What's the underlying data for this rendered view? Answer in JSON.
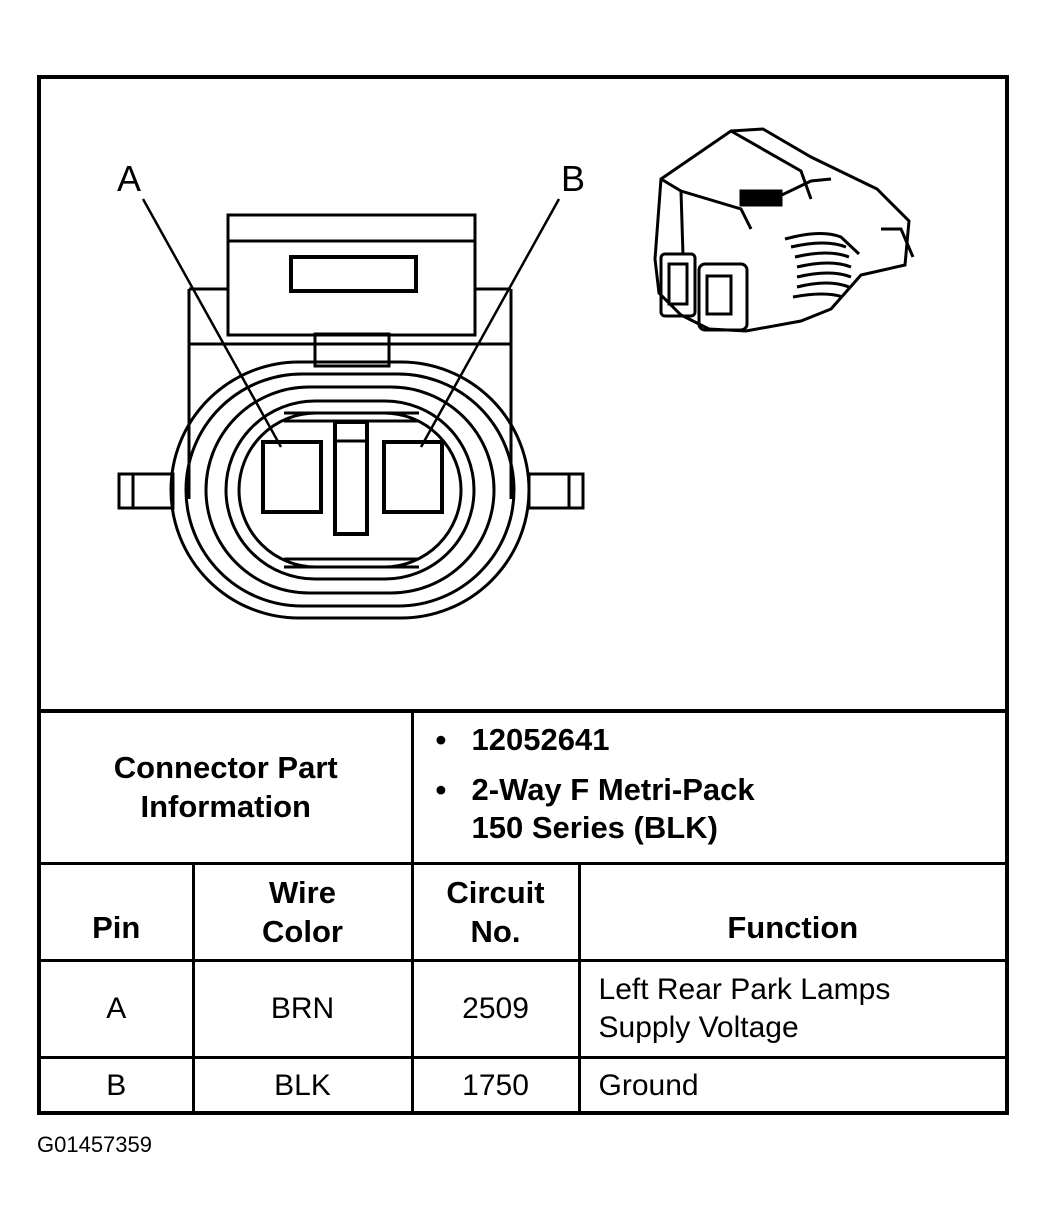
{
  "diagram": {
    "pin_labels": [
      "A",
      "B"
    ]
  },
  "connector_part": {
    "label_line1": "Connector Part",
    "label_line2": "Information",
    "items": [
      {
        "line1": "12052641",
        "line2": ""
      },
      {
        "line1": "2-Way F Metri-Pack",
        "line2": "150 Series (BLK)"
      }
    ]
  },
  "table": {
    "headers": {
      "pin": "Pin",
      "wire_color_line1": "Wire",
      "wire_color_line2": "Color",
      "circuit_line1": "Circuit",
      "circuit_line2": "No.",
      "function": "Function"
    },
    "rows": [
      {
        "pin": "A",
        "wire_color": "BRN",
        "circuit": "2509",
        "function_line1": "Left Rear Park Lamps",
        "function_line2": "Supply Voltage"
      },
      {
        "pin": "B",
        "wire_color": "BLK",
        "circuit": "1750",
        "function_line1": "Ground",
        "function_line2": ""
      }
    ]
  },
  "figure_id": "G01457359"
}
